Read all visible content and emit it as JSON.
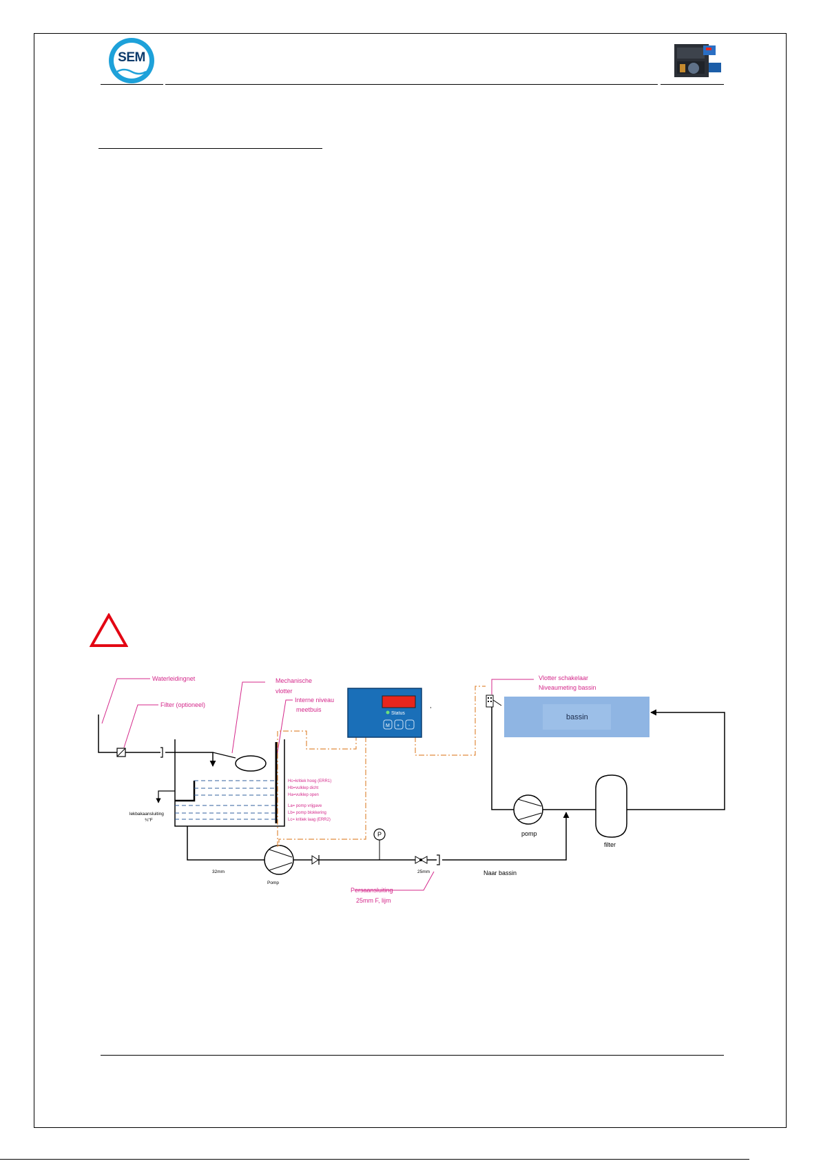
{
  "header": {
    "logo_text": "SEM"
  },
  "diagram": {
    "labels": {
      "waterleidingnet": "Waterleidingnet",
      "filter_optioneel": "Filter (optioneel)",
      "mechanische_1": "Mechanische",
      "mechanische_2": "vlotter",
      "interne_1": "Interne niveau",
      "interne_2": "meetbuis",
      "level_hc": "Hc=kritiek hoog (ERR1)",
      "level_hb": "Hb=vulklep dicht",
      "level_ha": "Ha=vulklep open",
      "level_la": "La= pomp vrijgave",
      "level_lb": "Lb= pomp blokkering",
      "level_lc": "Lc= kritiek laag (ERR2)",
      "lekbak_1": "lekbakaansluiting",
      "lekbak_2": "¾\"F",
      "size_32mm": "32mm",
      "pomp_title": "Pomp",
      "gauge_p": "P",
      "size_25mm": "25mm",
      "persaansluiting_1": "Persaansluiting",
      "persaansluiting_2": "25mm F, lijm",
      "naar_bassin": "Naar bassin",
      "status": "Status",
      "btn_m": "M",
      "btn_plus": "+",
      "btn_minus": "-",
      "vlotter_1": "Vlotter schakelaar",
      "vlotter_2": "Niveaumeting bassin",
      "bassin": "bassin",
      "pomp_right": "pomp",
      "filter_right": "filter"
    }
  },
  "colors": {
    "label_pink": "#d4278a",
    "signal_orange": "#e08a3c",
    "controller_blue": "#1a6fb8",
    "display_red": "#e8261d",
    "water_dashed": "#2f5f9e",
    "bassin_fill": "#8fb5e3",
    "warning_red": "#e30613"
  },
  "icons": {
    "warning": "warning-triangle-icon",
    "logo": "sem-logo-icon"
  }
}
